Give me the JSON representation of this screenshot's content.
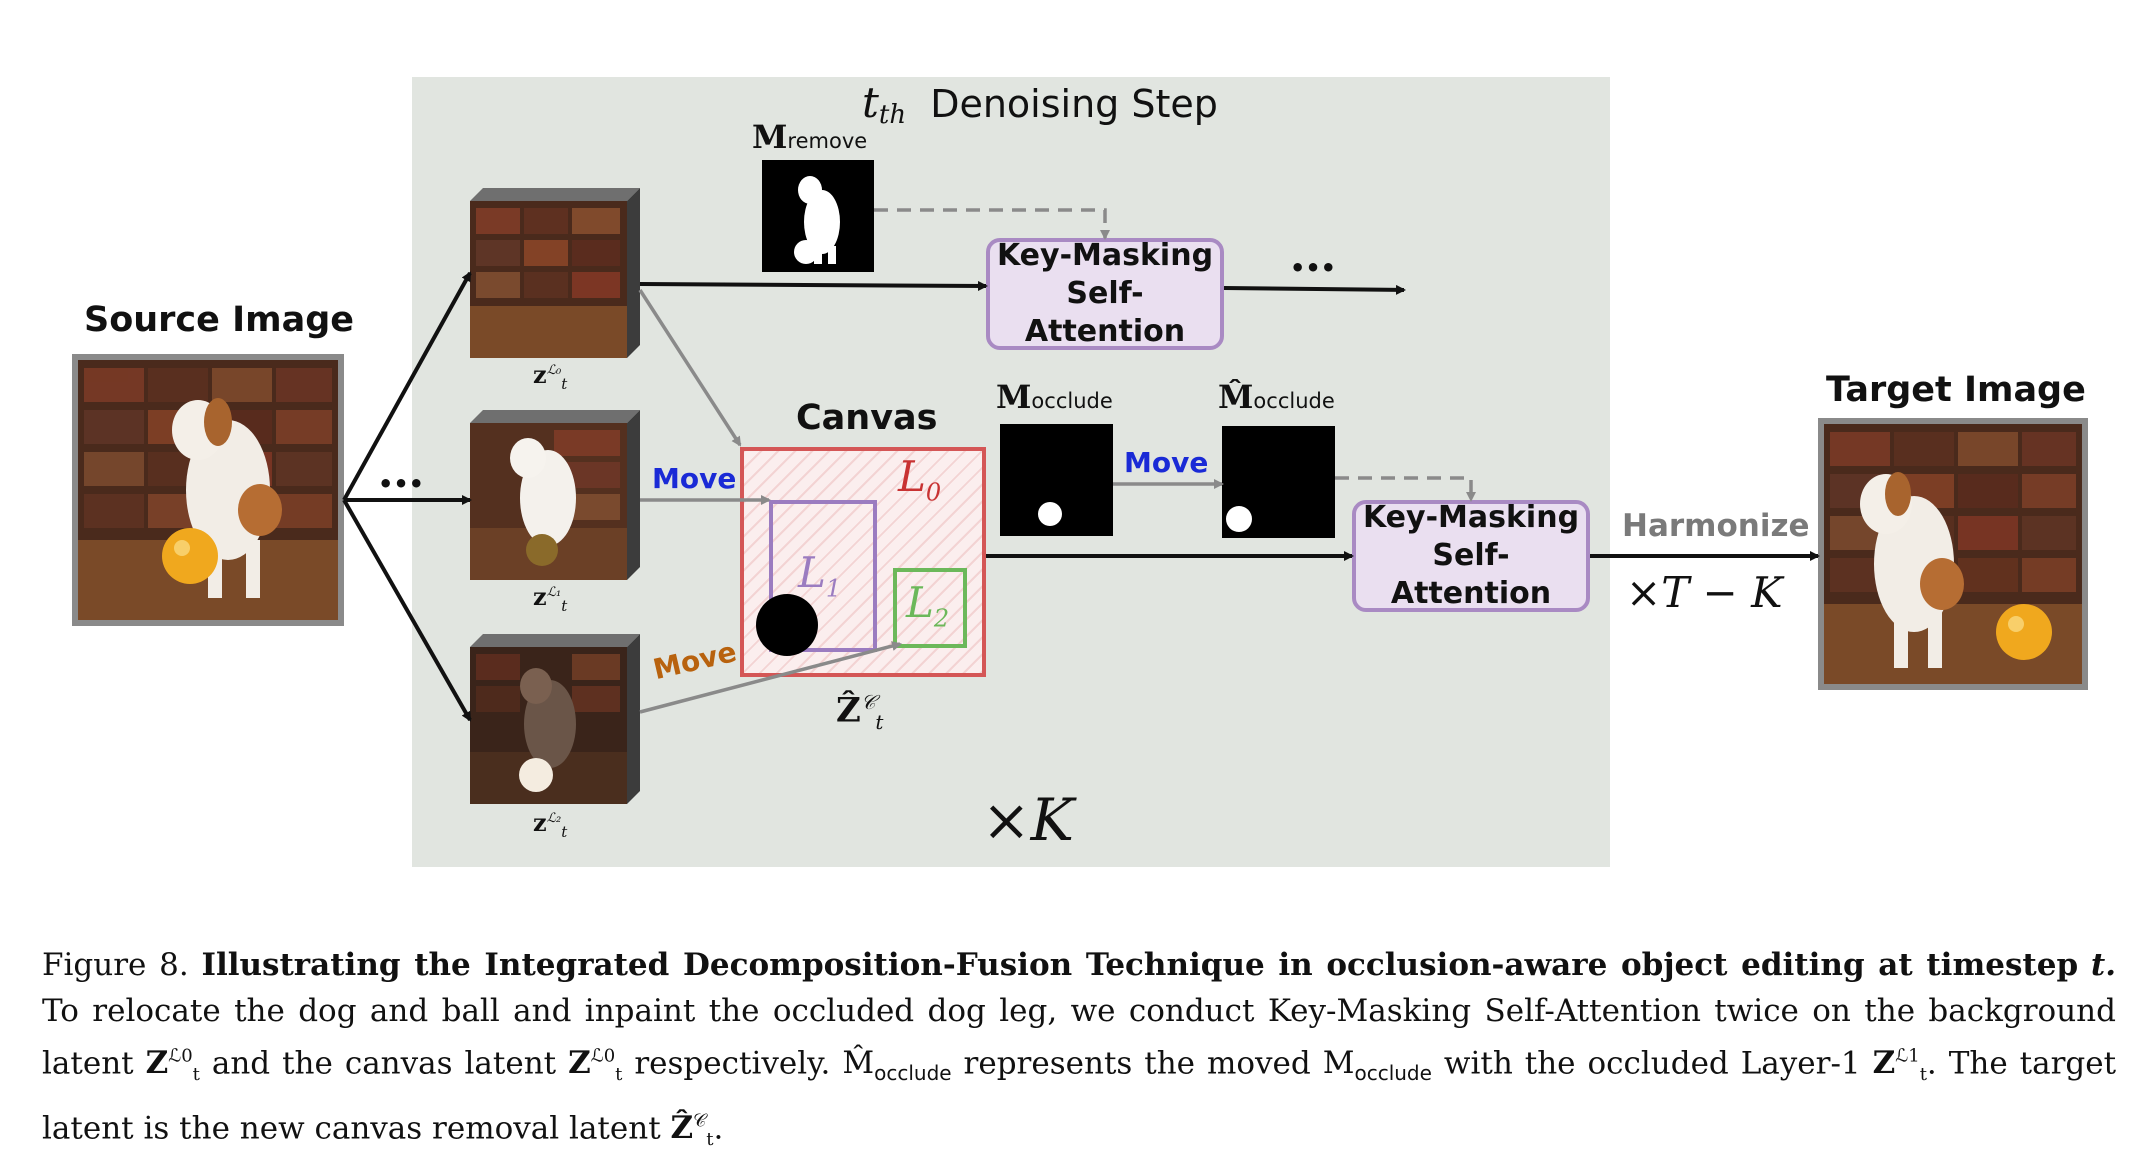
{
  "figure": {
    "panel_title_var": "t",
    "panel_title_sub": "th",
    "panel_title_text": "Denoising Step",
    "source_label": "Source Image",
    "target_label": "Target Image",
    "canvas_label": "Canvas",
    "kmsa_top": "Key-Masking\nSelf-Attention",
    "kmsa_bottom": "Key-Masking\nSelf-Attention",
    "ellipsis": "•••",
    "m_remove": {
      "main": "M",
      "sub": "remove"
    },
    "m_occlude": {
      "main": "M",
      "sub": "occlude"
    },
    "m_occlude_hat": {
      "main": "M̂",
      "sub": "occlude"
    },
    "move_blue_1": "Move",
    "move_blue_2": "Move",
    "move_orange": "Move",
    "layer_L0": "L",
    "layer_L0_sub": "0",
    "layer_L1": "L",
    "layer_L1_sub": "1",
    "layer_L2": "L",
    "layer_L2_sub": "2",
    "z_bg": {
      "main": "z",
      "sup": "ℒ₀",
      "sub": "t"
    },
    "z_l1": {
      "main": "z",
      "sup": "ℒ₁",
      "sub": "t"
    },
    "z_l2": {
      "main": "z",
      "sup": "ℒ₂",
      "sub": "t"
    },
    "z_canvas": {
      "main": "Ẑ",
      "sup": "𝒞",
      "sub": "t"
    },
    "times_k": "×K",
    "harmonize": "Harmonize",
    "times_tk": "×T − K",
    "colors": {
      "panel_bg": "#e1e5e0",
      "kmsa_fill": "#eadff0",
      "kmsa_border": "#a98ac3",
      "canvas_border": "#d45656",
      "l1_border": "#9b7cc0",
      "l2_border": "#6cb85a",
      "move_blue": "#1a2ad6",
      "move_orange": "#b8620e",
      "arrow_gray": "#8a8a8a",
      "harmonize_gray": "#7a7a7a"
    }
  },
  "caption": {
    "figure_number": "Figure 8.",
    "bold_title": "Illustrating the Integrated Decomposition-Fusion Technique in occlusion-aware object editing at timestep",
    "bold_title_var": "t.",
    "body_1": "To relocate the dog and ball and inpaint the occluded dog leg, we conduct Key-Masking Self-Attention twice on the background latent",
    "z0_a": "Z",
    "z0_a_sup": "ℒ0",
    "z0_a_sub": "t",
    "body_2": "and the canvas latent",
    "z0_b": "Z",
    "z0_b_sup": "ℒ0",
    "z0_b_sub": "t",
    "body_3": "respectively.",
    "m_hat": "M̂",
    "m_hat_sub": "occlude",
    "body_4": "represents the moved",
    "m_plain": "M",
    "m_plain_sub": "occlude",
    "body_5": "with the occluded Layer-1",
    "z1": "Z",
    "z1_sup": "ℒ1",
    "z1_sub": "t",
    "body_6": ". The target latent is the new canvas removal latent",
    "zc": "Ẑ",
    "zc_sup": "𝒞",
    "zc_sub": "t",
    "body_7": "."
  }
}
